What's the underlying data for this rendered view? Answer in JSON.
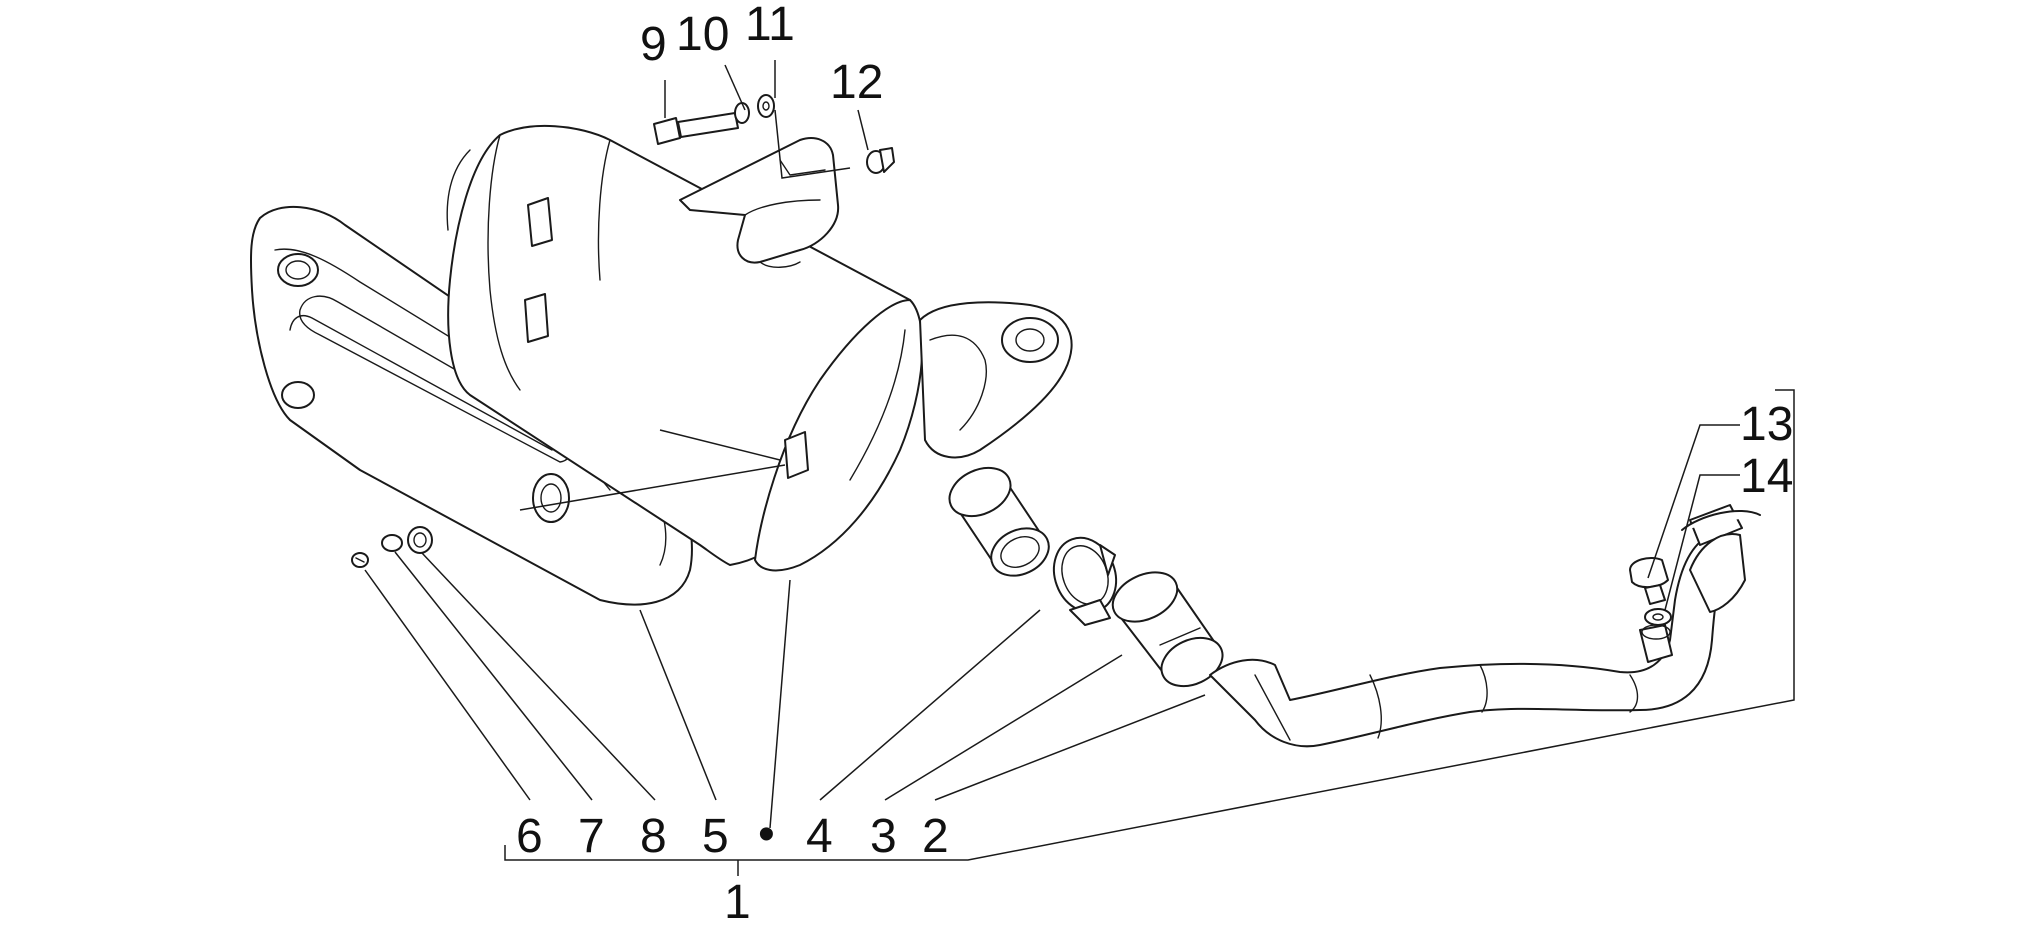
{
  "diagram": {
    "callouts": {
      "c1": "1",
      "c2": "2",
      "c3": "3",
      "c4": "4",
      "c5": "5",
      "c6": "6",
      "c7": "7",
      "c8": "8",
      "c9": "9",
      "c10": "10",
      "c11": "11",
      "c12": "12",
      "c13": "13",
      "c14": "14"
    },
    "bullet": "•"
  }
}
